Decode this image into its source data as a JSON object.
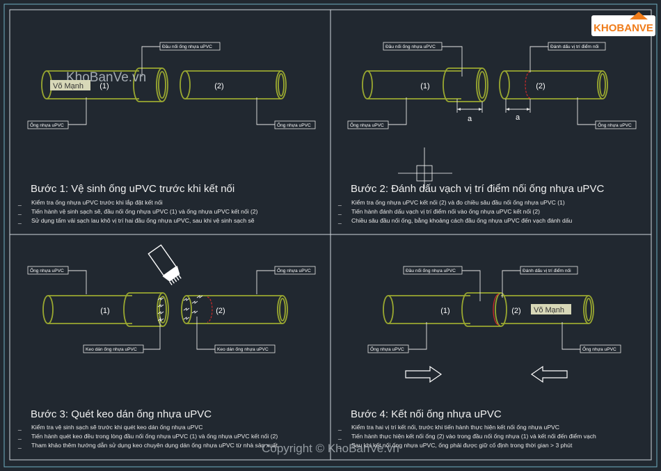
{
  "brand": {
    "logo_text": "KHOBANVE"
  },
  "watermarks": {
    "top": "KhoBanVe.vn",
    "bottom": "Copyright © KhoBanVe.vn",
    "author": "Võ Mạnh"
  },
  "panels": [
    {
      "title": "Bước 1: Vệ sinh ống uPVC trước khi kết nối",
      "bullets": [
        "Kiểm tra ống nhựa uPVC trước khi lắp đặt kết nối",
        "Tiến hành vệ sinh sạch sẽ, đầu nối ống nhựa uPVC (1) và ống nhựa uPVC kết nối (2)",
        "Sử dụng tấm vải sạch lau khô vị trí hai đầu ống nhựa uPVC, sau khi vệ sinh sạch sẽ"
      ],
      "labels": {
        "fitting": "Đầu nối ống nhựa uPVC",
        "pipe1": "Ống nhựa uPVC",
        "pipe2": "Ống nhựa uPVC",
        "n1": "(1)",
        "n2": "(2)"
      }
    },
    {
      "title": "Bước 2: Đánh dấu vạch vị trí điểm nối ống nhựa uPVC",
      "bullets": [
        "Kiểm tra ống nhựa uPVC kết nối (2) và đo chiều sâu đầu nối ống nhựa uPVC (1)",
        "Tiến hành đánh dấu vạch vị trí điểm nối vào ống nhựa uPVC kết nối (2)",
        "Chiều sâu đầu nối ống, bằng khoảng cách đầu ống nhựa uPVC đến vạch đánh dấu"
      ],
      "labels": {
        "fitting": "Đầu nối ống nhựa uPVC",
        "mark": "Đánh dấu vị trí điểm nối",
        "pipe1": "Ống nhựa uPVC",
        "pipe2": "Ống nhựa uPVC",
        "n1": "(1)",
        "n2": "(2)",
        "dim": "a"
      }
    },
    {
      "title": "Bước 3: Quét keo dán ống nhựa uPVC",
      "bullets": [
        "Kiểm tra vệ sinh sạch sẽ trước khi quét keo dán ống nhựa uPVC",
        "Tiến hành quét keo đều trong lòng đầu nối ống nhựa uPVC (1) và ống nhựa uPVC kết nối (2)",
        "Tham khảo thêm hướng dẫn sử dụng keo chuyên dụng dán ống nhựa uPVC từ nhà sản xuất"
      ],
      "labels": {
        "pipe1": "Ống nhựa uPVC",
        "pipe2": "Ống nhựa uPVC",
        "glue1": "Keo dán ống nhựa uPVC",
        "glue2": "Keo dán ống nhựa uPVC",
        "n1": "(1)",
        "n2": "(2)"
      }
    },
    {
      "title": "Bước 4: Kết nối ống nhựa uPVC",
      "bullets": [
        "Kiểm tra hai vị trí kết nối, trước khi tiến hành thực hiện kết nối ống nhựa uPVC",
        "Tiến hành thực hiện kết nối ống (2) vào trong đầu nối ống nhựa (1) và kết nối đến điểm vạch",
        "Sau khi kết nối ống nhựa uPVC, ống phải được giữ cố định trong thời gian > 3 phút"
      ],
      "labels": {
        "fitting": "Đầu nối ống nhựa uPVC",
        "mark": "Đánh dấu vị trí điểm nối",
        "pipe1": "Ống nhựa uPVC",
        "pipe2": "Ống nhựa uPVC",
        "n1": "(1)",
        "n2": "(2)"
      }
    }
  ]
}
